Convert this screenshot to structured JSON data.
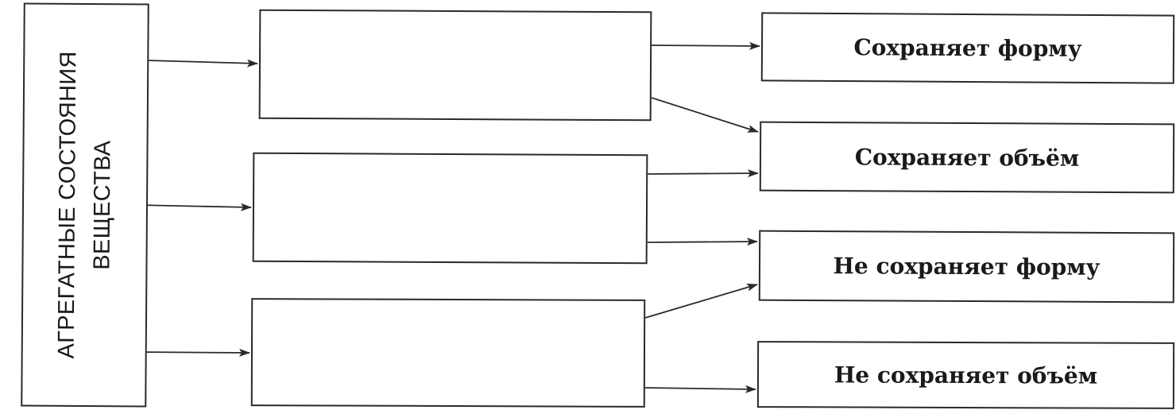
{
  "root": {
    "line1": "АГРЕГАТНЫЕ СОСТОЯНИЯ",
    "line2": "ВЕЩЕСТВА"
  },
  "states": [
    {
      "label": ""
    },
    {
      "label": ""
    },
    {
      "label": ""
    }
  ],
  "properties": [
    {
      "label": "Сохраняет форму"
    },
    {
      "label": "Сохраняет объём"
    },
    {
      "label": "Не сохраняет форму"
    },
    {
      "label": "Не сохраняет объём"
    }
  ],
  "connections": [
    {
      "from": "root",
      "to": "state-1"
    },
    {
      "from": "root",
      "to": "state-2"
    },
    {
      "from": "root",
      "to": "state-3"
    },
    {
      "from": "state-1",
      "to": "property-1"
    },
    {
      "from": "state-1",
      "to": "property-2"
    },
    {
      "from": "state-2",
      "to": "property-2"
    },
    {
      "from": "state-2",
      "to": "property-3"
    },
    {
      "from": "state-3",
      "to": "property-3"
    },
    {
      "from": "state-3",
      "to": "property-4"
    }
  ],
  "colors": {
    "line": "#2a2a2a",
    "background": "#ffffff"
  }
}
